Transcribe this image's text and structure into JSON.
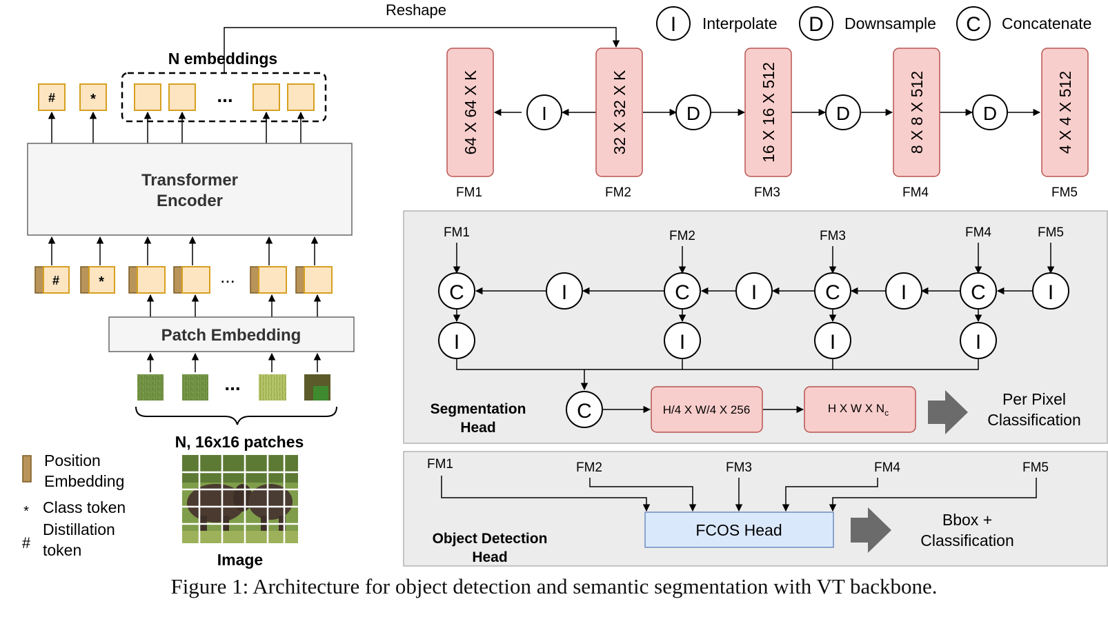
{
  "backbone": {
    "reshape_label": "Reshape",
    "n_embeddings_label": "N embeddings",
    "distill_token_symbol": "#",
    "class_token_symbol": "*",
    "ellipsis": "...",
    "encoder_line1": "Transformer",
    "encoder_line2": "Encoder",
    "patch_embedding_label": "Patch Embedding",
    "patches_label": "N, 16x16 patches",
    "image_label": "Image"
  },
  "legend": {
    "interpolate_symbol": "I",
    "interpolate_label": "Interpolate",
    "downsample_symbol": "D",
    "downsample_label": "Downsample",
    "concatenate_symbol": "C",
    "concatenate_label": "Concatenate",
    "position_embedding_line1": "Position",
    "position_embedding_line2": "Embedding",
    "class_token_symbol": "*",
    "class_token_label": "Class token",
    "distillation_symbol": "#",
    "distillation_line1": "Distillation",
    "distillation_line2": "token"
  },
  "feature_maps": [
    {
      "name": "FM1",
      "dims": "64 X 64 X K"
    },
    {
      "name": "FM2",
      "dims": "32 X 32 X K"
    },
    {
      "name": "FM3",
      "dims": "16 X 16 X 512"
    },
    {
      "name": "FM4",
      "dims": "8 X 8 X 512"
    },
    {
      "name": "FM5",
      "dims": "4 X 4 X 512"
    }
  ],
  "pyramid_ops": [
    "I",
    "D",
    "D",
    "D"
  ],
  "segmentation": {
    "fm_labels": [
      "FM1",
      "FM2",
      "FM3",
      "FM4",
      "FM5"
    ],
    "concat_symbol": "C",
    "interp_symbol": "I",
    "head_line1": "Segmentation",
    "head_line2": "Head",
    "box1_label": "H/4 X W/4 X 256",
    "box2_label": "H X W X N",
    "box2_subscript": "c",
    "output_line1": "Per Pixel",
    "output_line2": "Classification"
  },
  "detection": {
    "fm_labels": [
      "FM1",
      "FM2",
      "FM3",
      "FM4",
      "FM5"
    ],
    "head_line1": "Object Detection",
    "head_line2": "Head",
    "fcos_label": "FCOS Head",
    "output_line1": "Bbox +",
    "output_line2": "Classification"
  },
  "caption": "Figure 1: Architecture for object detection and semantic segmentation with VT backbone.",
  "colors": {
    "token_fill": "#fde5c2",
    "token_border": "#d6a01f",
    "position_fill": "#b8935a",
    "feature_map_fill": "#f8cecc",
    "feature_map_border": "#b85450",
    "panel_fill": "#ececec",
    "panel_border": "#b3b3b3",
    "fcos_fill": "#dae8fc",
    "fcos_border": "#6c8ebf",
    "block_arrow": "#6b6b6b"
  }
}
